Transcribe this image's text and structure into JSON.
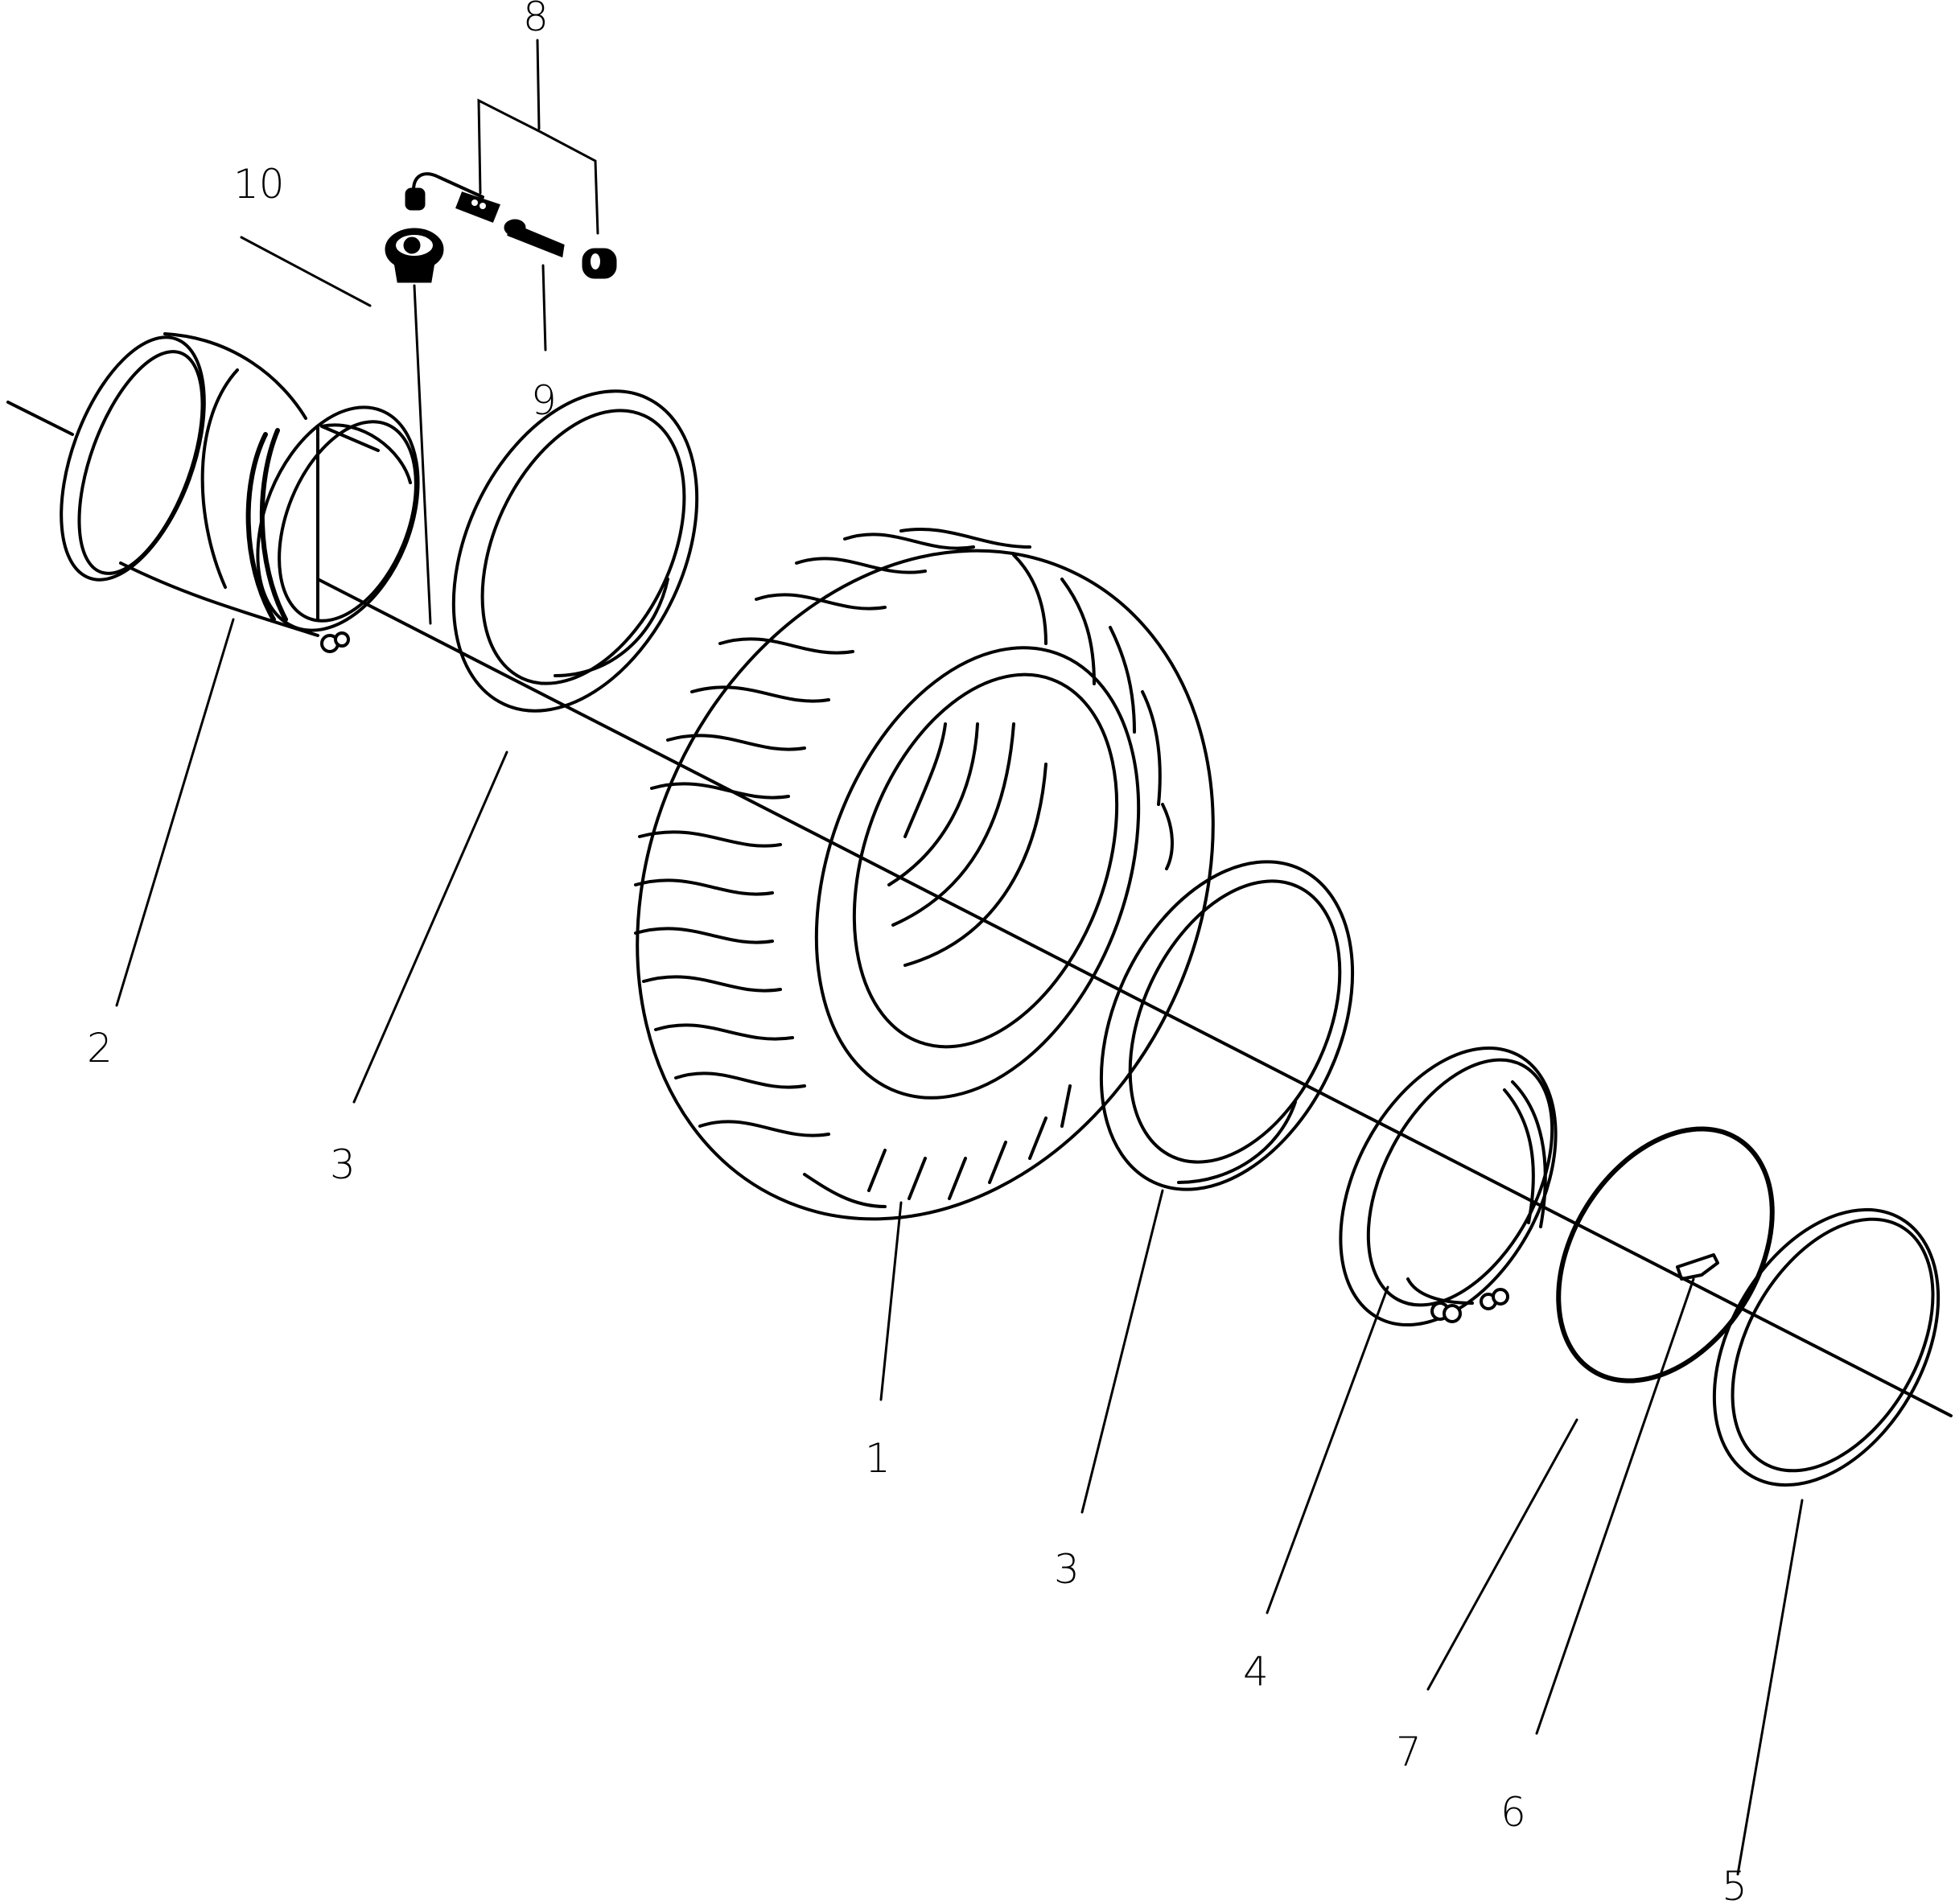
{
  "diagram": {
    "type": "exploded-parts-view",
    "subject": "wheel and tire assembly",
    "line_color": "#000000",
    "background": "#ffffff"
  },
  "callouts": [
    {
      "id": "1",
      "label": "1",
      "part": "tire"
    },
    {
      "id": "2",
      "label": "2",
      "part": "wheel rim"
    },
    {
      "id": "3a",
      "label": "3",
      "part": "flap ring (inner)"
    },
    {
      "id": "3b",
      "label": "3",
      "part": "flap ring (outer)"
    },
    {
      "id": "4",
      "label": "4",
      "part": "side ring"
    },
    {
      "id": "5",
      "label": "5",
      "part": "lock ring"
    },
    {
      "id": "6",
      "label": "6",
      "part": "driver key"
    },
    {
      "id": "7",
      "label": "7",
      "part": "O-ring"
    },
    {
      "id": "8",
      "label": "8",
      "part": "valve assembly"
    },
    {
      "id": "9",
      "label": "9",
      "part": "valve core"
    },
    {
      "id": "10",
      "label": "10",
      "part": "valve base"
    }
  ]
}
